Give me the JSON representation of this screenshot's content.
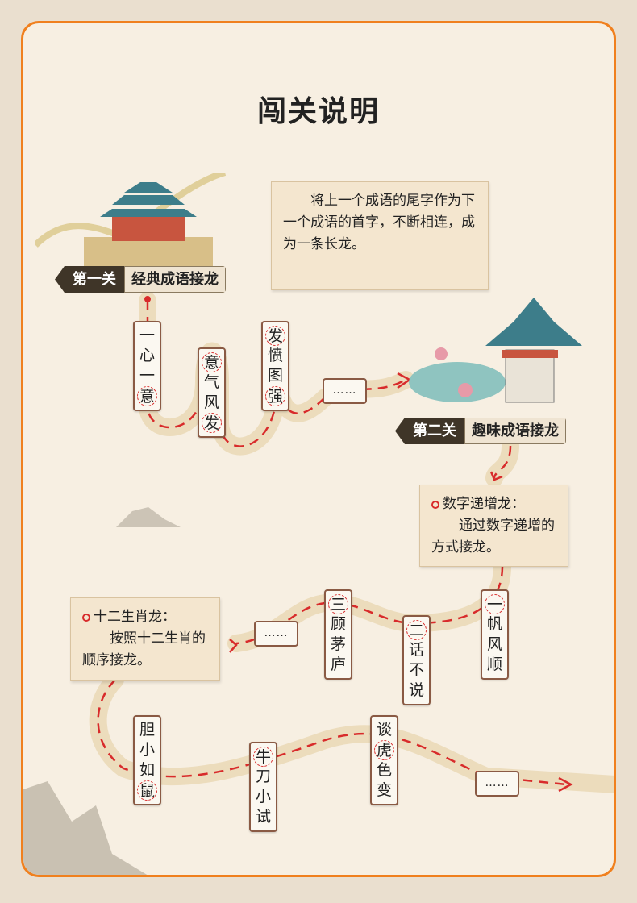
{
  "title": "闯关说明",
  "level1": {
    "tag": "第一关",
    "name": "经典成语接龙",
    "note": "　　将上一个成语的尾字作为下一个成语的首字，不断相连，成为一条长龙。"
  },
  "level2": {
    "tag": "第二关",
    "name": "趣味成语接龙"
  },
  "note_numbers": {
    "heading": "数字递增龙：",
    "body": "　　通过数字递增的方式接龙。"
  },
  "note_zodiac": {
    "heading": "十二生肖龙：",
    "body": "　　按照十二生肖的顺序接龙。"
  },
  "cards": [
    {
      "chars": [
        "一",
        "心",
        "一",
        "意"
      ],
      "circled": [
        3
      ]
    },
    {
      "chars": [
        "意",
        "气",
        "风",
        "发"
      ],
      "circled": [
        0,
        3
      ]
    },
    {
      "chars": [
        "发",
        "愤",
        "图",
        "强"
      ],
      "circled": [
        0,
        3
      ]
    },
    {
      "chars": [
        "一",
        "帆",
        "风",
        "顺"
      ],
      "circled": [
        0
      ]
    },
    {
      "chars": [
        "二",
        "话",
        "不",
        "说"
      ],
      "circled": [
        0
      ]
    },
    {
      "chars": [
        "三",
        "顾",
        "茅",
        "庐"
      ],
      "circled": [
        0
      ]
    },
    {
      "chars": [
        "胆",
        "小",
        "如",
        "鼠"
      ],
      "circled": [
        3
      ]
    },
    {
      "chars": [
        "牛",
        "刀",
        "小",
        "试"
      ],
      "circled": [
        0
      ]
    },
    {
      "chars": [
        "谈",
        "虎",
        "色",
        "变"
      ],
      "circled": [
        1
      ]
    }
  ],
  "ellipsis": "……",
  "colors": {
    "frame": "#f0801e",
    "red": "#d82b2b",
    "paper": "#f7efe2"
  }
}
